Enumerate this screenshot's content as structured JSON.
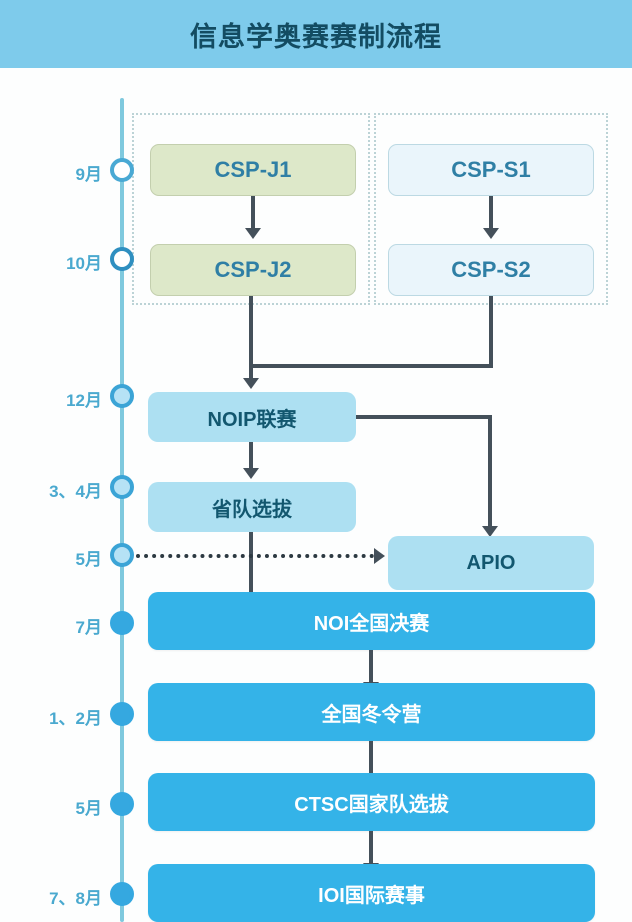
{
  "header": {
    "title": "信息学奥赛赛制流程",
    "bg_color": "#7ecbeb",
    "text_color": "#134c62"
  },
  "timeline": {
    "line_color": "#7fc9de",
    "label_color": "#4aa9cf",
    "nodes": [
      {
        "label": "9月",
        "style": "hollow"
      },
      {
        "label": "10月",
        "style": "hollow"
      },
      {
        "label": "12月",
        "style": "light"
      },
      {
        "label": "3、4月",
        "style": "light"
      },
      {
        "label": "5月",
        "style": "light"
      },
      {
        "label": "7月",
        "style": "solid"
      },
      {
        "label": "1、2月",
        "style": "solid"
      },
      {
        "label": "5月",
        "style": "solid"
      },
      {
        "label": "7、8月",
        "style": "solid"
      }
    ]
  },
  "groups": [
    {
      "name": "csp-j-group"
    },
    {
      "name": "csp-s-group"
    }
  ],
  "nodes": {
    "csp_j1": {
      "label": "CSP-J1",
      "color": "#dde8c9"
    },
    "csp_j2": {
      "label": "CSP-J2",
      "color": "#dde8c9"
    },
    "csp_s1": {
      "label": "CSP-S1",
      "color": "#eaf5fb"
    },
    "csp_s2": {
      "label": "CSP-S2",
      "color": "#eaf5fb"
    },
    "noip": {
      "label": "NOIP联赛",
      "color": "#ade0f2"
    },
    "province": {
      "label": "省队选拔",
      "color": "#ade0f2"
    },
    "apio": {
      "label": "APIO",
      "color": "#ade0f2"
    },
    "noi": {
      "label": "NOI全国决赛",
      "color": "#34b3e8"
    },
    "winter": {
      "label": "全国冬令营",
      "color": "#34b3e8"
    },
    "ctsc": {
      "label": "CTSC国家队选拔",
      "color": "#34b3e8"
    },
    "ioi": {
      "label": "IOI国际赛事",
      "color": "#34b3e8"
    }
  },
  "connector_color": "#44505a"
}
